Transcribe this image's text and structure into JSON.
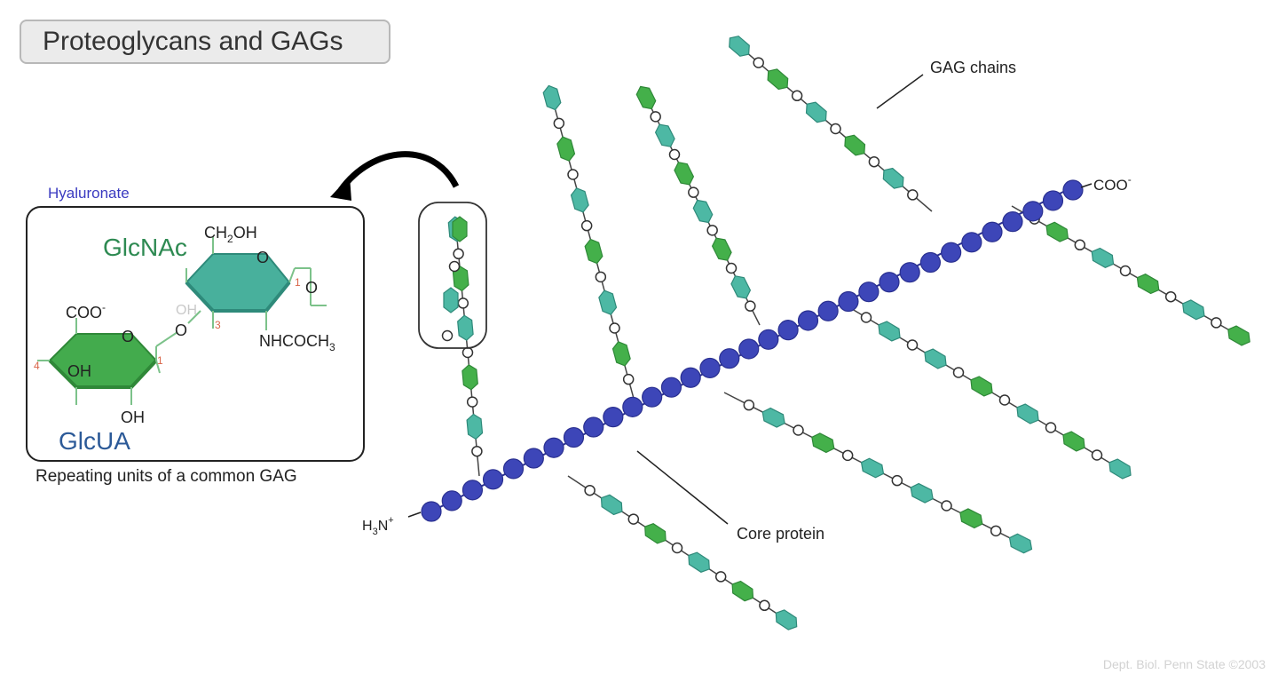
{
  "title": "Proteoglycans and GAGs",
  "labels": {
    "gag_chains": "GAG chains",
    "core_protein": "Core protein",
    "c_terminus": "COO",
    "c_terminus_charge": "-",
    "n_terminus": "H",
    "n_terminus_sub": "3",
    "n_terminus_rest": "N",
    "n_terminus_charge": "+"
  },
  "inset": {
    "heading": "Hyaluronate",
    "caption": "Repeating units of a common GAG",
    "glcnac": "GlcNAc",
    "glcua": "GlcUA",
    "ch2oh": "CH",
    "ch2oh_sub": "2",
    "ch2oh_rest": "OH",
    "coo": "COO",
    "coo_charge": "-",
    "nhcoch": "NHCOCH",
    "nhcoch_sub": "3",
    "oh_ring": "OH",
    "oh_bottom": "OH",
    "oh_link": "OH",
    "ring_o": "O",
    "link_o": "O",
    "side_o": "O",
    "num_1a": "1",
    "num_3": "3",
    "num_4": "4",
    "num_1b": "1"
  },
  "footer": "Dept. Biol. Penn State ©2003",
  "colors": {
    "core": "#3d46b8",
    "sugar_green": "#44b04a",
    "sugar_teal": "#4db8a4",
    "glcnac_text": "#2e8a52",
    "glcua_text": "#2c5a98",
    "hyaluronate_text": "#3a3ac0",
    "ring_numbers": "#d9664a"
  },
  "icons": [
    "curved-arrow-icon"
  ]
}
